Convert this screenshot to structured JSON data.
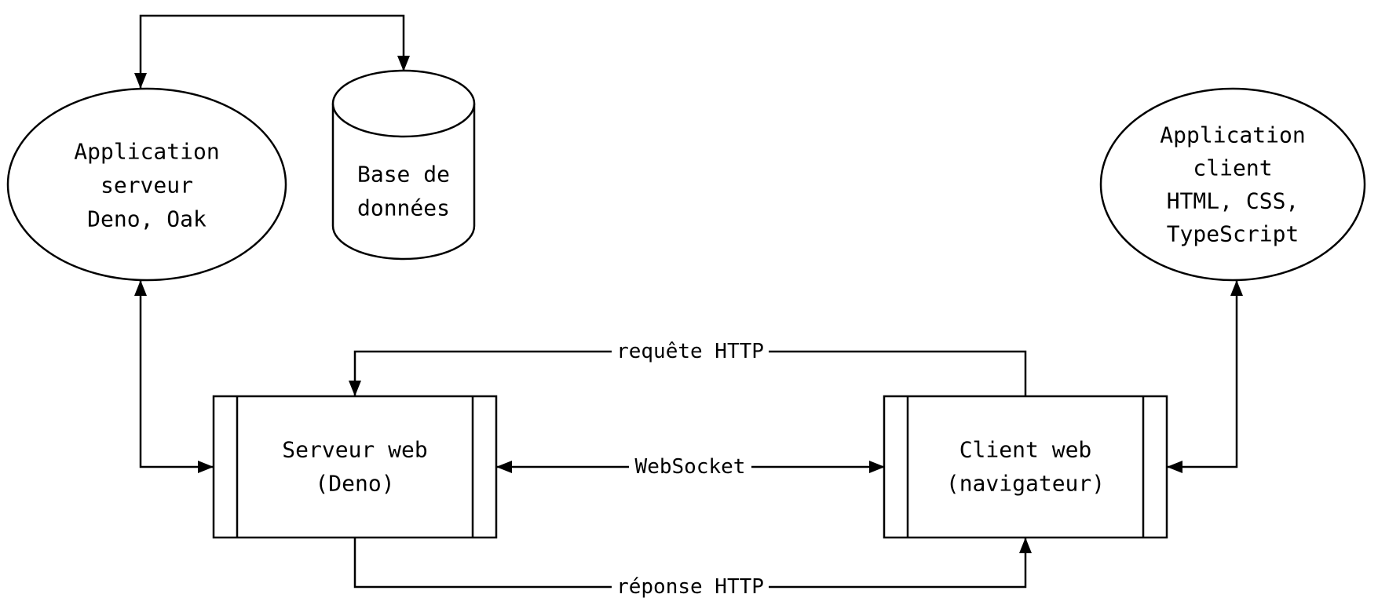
{
  "diagram": {
    "title": "Client-server architecture diagram",
    "background": "#ffffff",
    "stroke_color": "#000000",
    "nodes": {
      "app_server": {
        "line1": "Application",
        "line2": "serveur",
        "line3": "Deno, Oak"
      },
      "database": {
        "line1": "Base de",
        "line2": "données"
      },
      "app_client": {
        "line1": "Application",
        "line2": "client",
        "line3": "HTML, CSS,",
        "line4": "TypeScript"
      },
      "web_server": {
        "line1": "Serveur web",
        "line2": "(Deno)"
      },
      "web_client": {
        "line1": "Client web",
        "line2": "(navigateur)"
      }
    },
    "edges": {
      "http_request": "requête HTTP",
      "websocket": "WebSocket",
      "http_response": "réponse HTTP"
    }
  }
}
